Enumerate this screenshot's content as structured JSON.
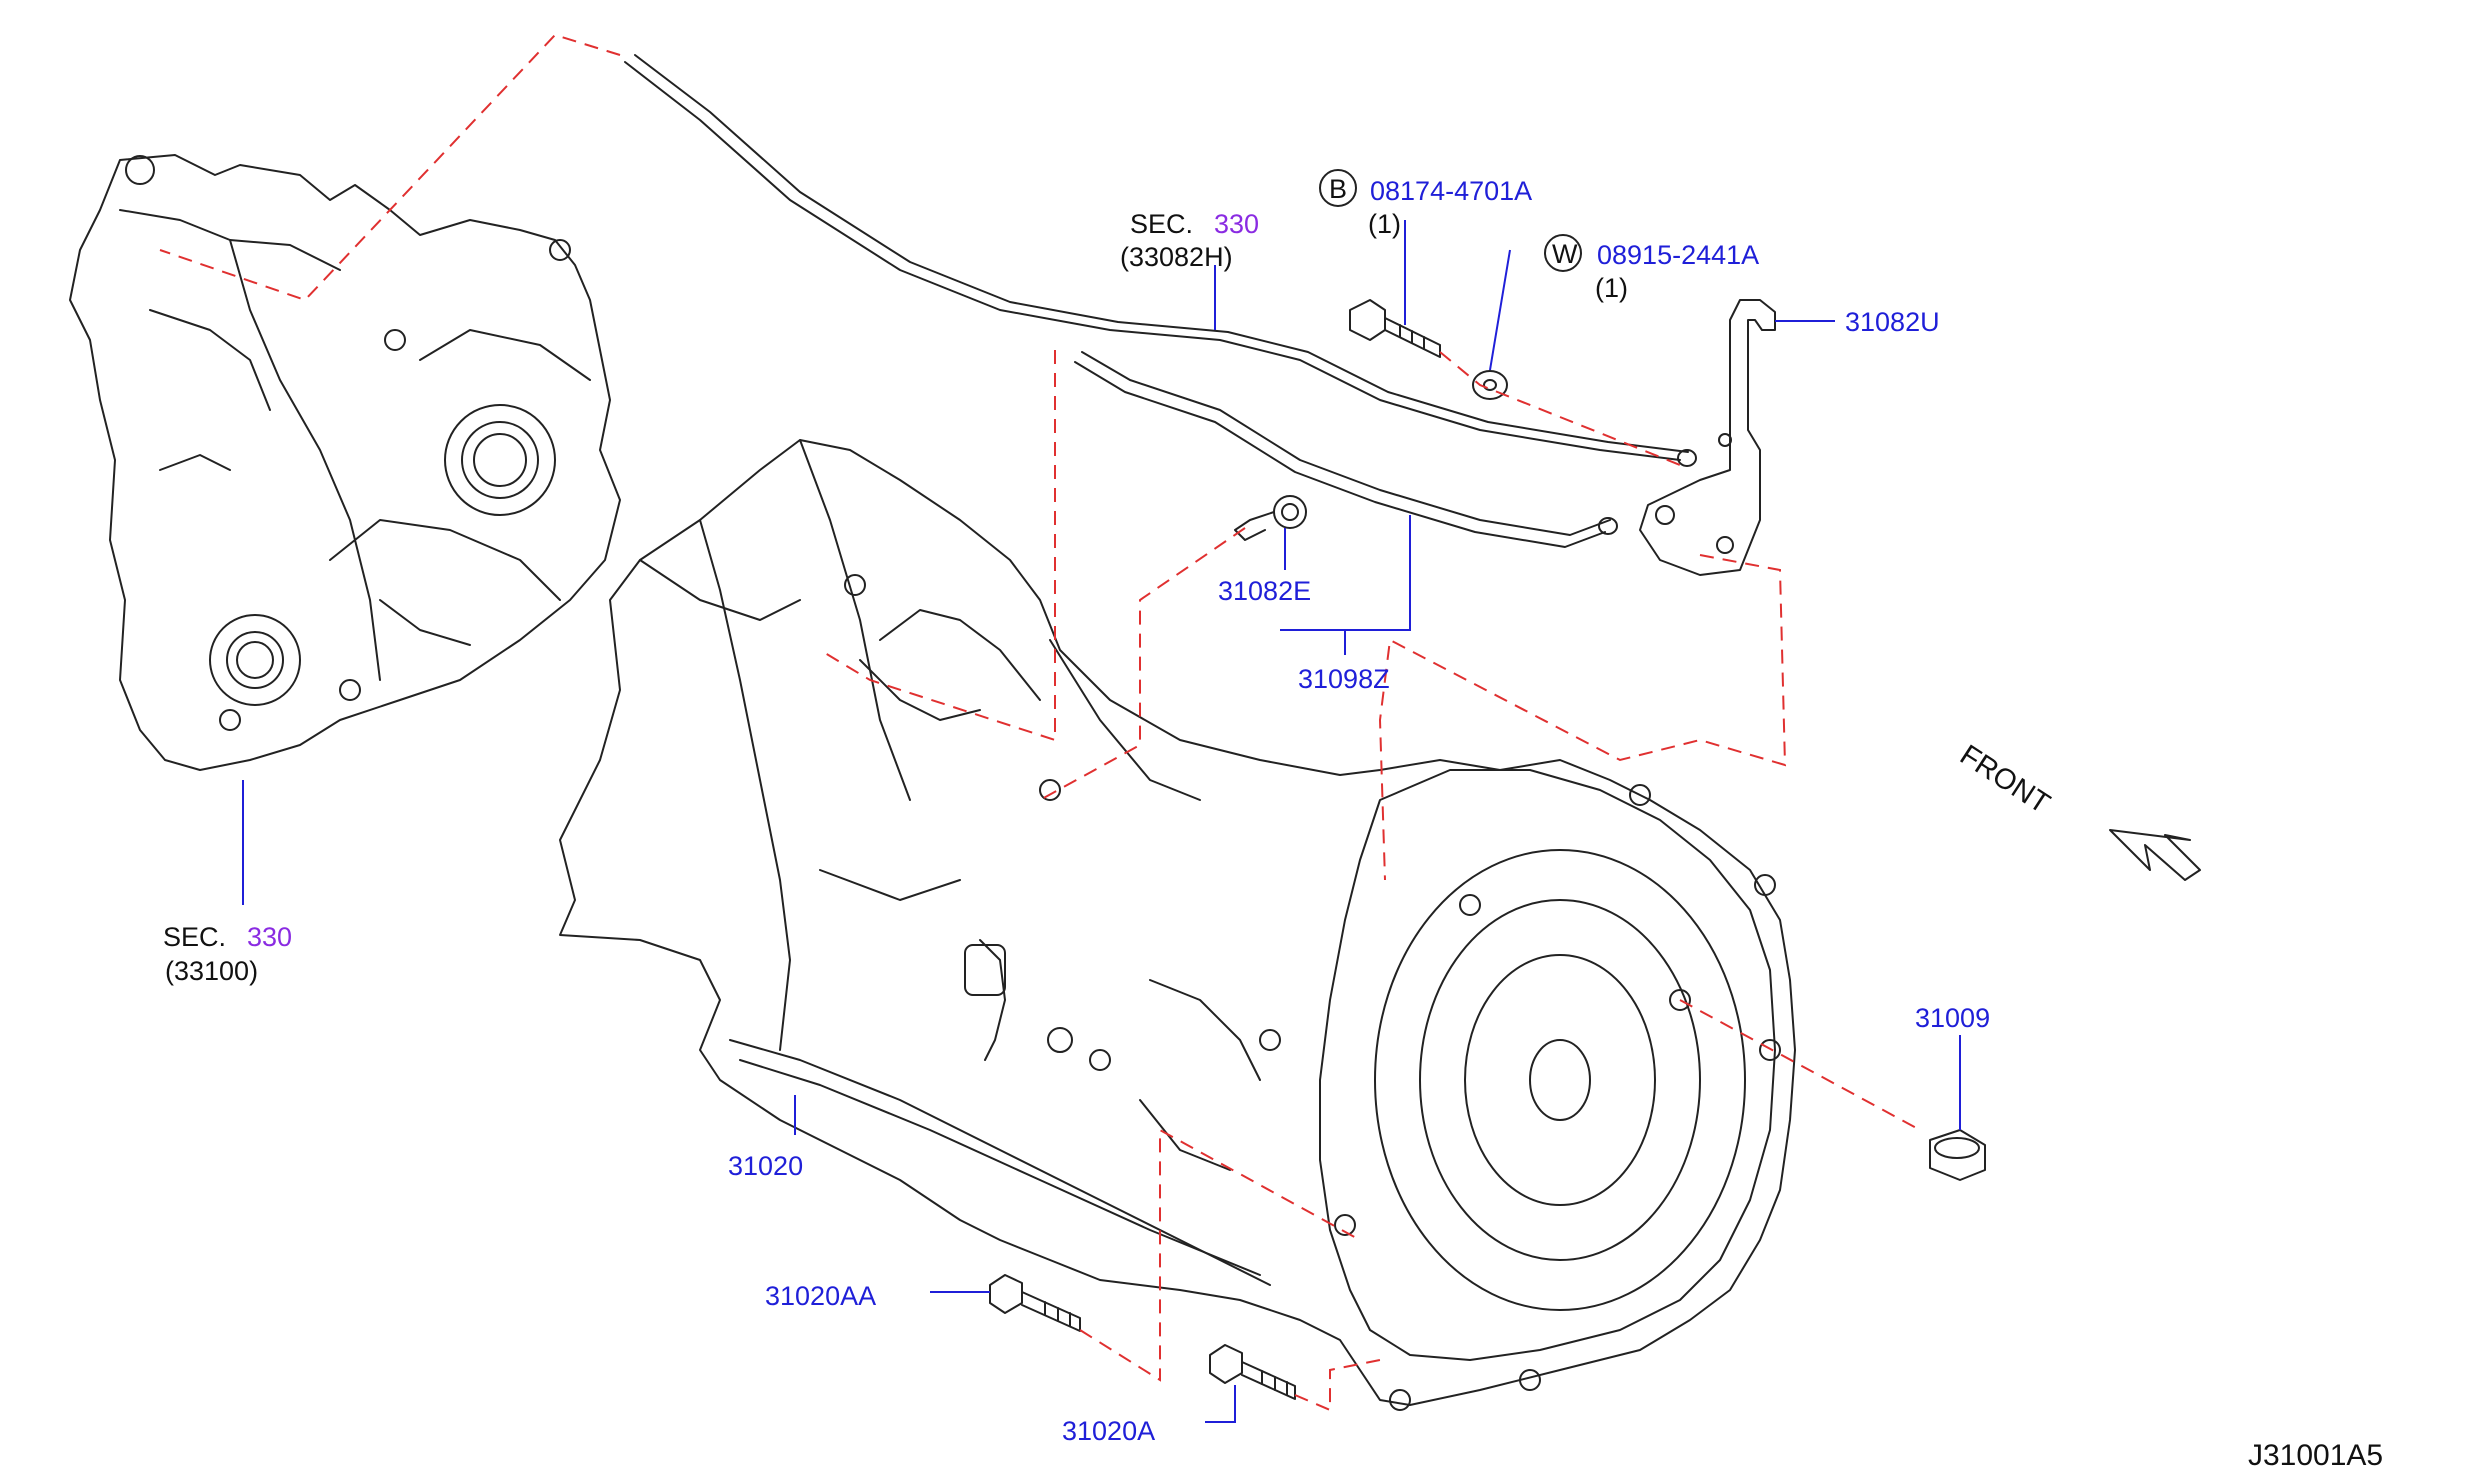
{
  "colors": {
    "part_number": "#1f1fd8",
    "section": "#8a2be2",
    "text": "#111111",
    "dashed_guide": "#e03030"
  },
  "labels": {
    "sec_top": {
      "prefix": "SEC.",
      "num": "330",
      "sub": "(33082H)"
    },
    "sec_left": {
      "prefix": "SEC.",
      "num": "330",
      "sub": "(33100)"
    },
    "b_part": {
      "symbol": "B",
      "num": "08174-4701A",
      "qty": "(1)"
    },
    "w_part": {
      "symbol": "W",
      "num": "08915-2441A",
      "qty": "(1)"
    },
    "p31082U": "31082U",
    "p31082E": "31082E",
    "p31098Z": "31098Z",
    "p31009": "31009",
    "p31020": "31020",
    "p31020AA": "31020AA",
    "p31020A": "31020A",
    "front": "FRONT",
    "diagram_code": "J31001A5"
  }
}
